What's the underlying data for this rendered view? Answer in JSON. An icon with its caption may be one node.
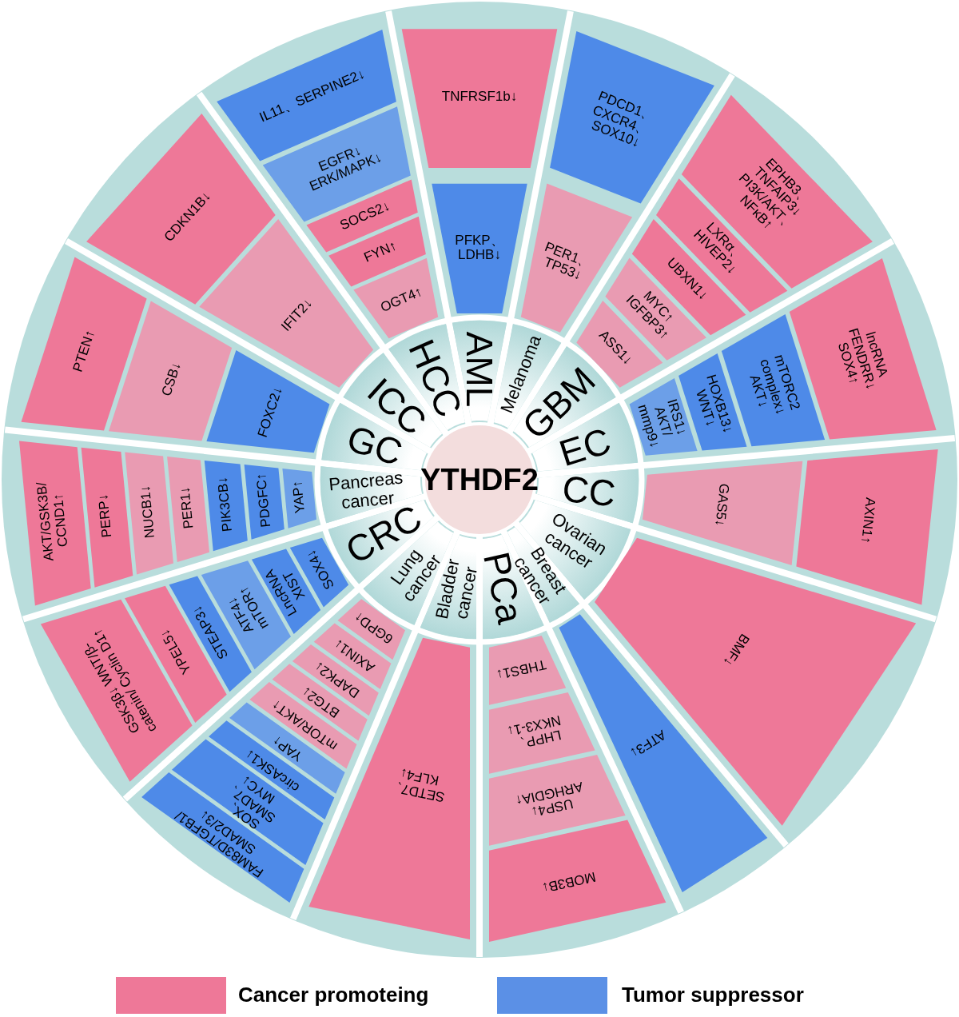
{
  "diagram": {
    "nodes": [
      {
        "text": [
          "YTHDF2"
        ]
      },
      {
        "text": [
          "AML"
        ]
      },
      {
        "text": [
          "PFKP、 LDHB↓"
        ]
      },
      {
        "text": [
          "TNFRSF1b↓"
        ]
      },
      {
        "text": [
          "Melanoma"
        ]
      },
      {
        "text": [
          "PER1、 TP53↓"
        ]
      },
      {
        "text": [
          "PDCD1、 CXCR4、 SOX10↓"
        ]
      },
      {
        "text": [
          "GBM"
        ]
      },
      {
        "text": [
          "ASS1↓"
        ]
      },
      {
        "text": [
          "MYC↑ IGFBP3↑"
        ]
      },
      {
        "text": [
          "UBXN1↓"
        ]
      },
      {
        "text": [
          "LXRα、 HIVEP2↓"
        ]
      },
      {
        "text": [
          "EPHB3、 TNFAIP3↓ PI3K/AKT、 NFκB↑"
        ]
      },
      {
        "text": [
          "EC"
        ]
      },
      {
        "text": [
          "IRS1↓ AKT/ mmp9↓"
        ]
      },
      {
        "text": [
          "HOXB13↓ WNT↓"
        ]
      },
      {
        "text": [
          "mTORC2 complex↓ AKT↓"
        ]
      },
      {
        "text": [
          "lncRNA FENDRR↓ SOX4↑"
        ]
      },
      {
        "text": [
          "CC"
        ]
      },
      {
        "text": [
          "GAS5↓"
        ]
      },
      {
        "text": [
          "AXIN1↑"
        ]
      },
      {
        "text": [
          "Ovarian cancer"
        ]
      },
      {
        "text": [
          "BMF↓"
        ]
      },
      {
        "text": [
          "Breast cancer"
        ]
      },
      {
        "text": [
          "ATF3↓"
        ]
      },
      {
        "text": [
          "PCa"
        ]
      },
      {
        "text": [
          "THBS1↓"
        ]
      },
      {
        "text": [
          "LHPP、 NKX3-1↓"
        ]
      },
      {
        "text": [
          "USP4↓ ARHGDIA↑"
        ]
      },
      {
        "text": [
          "MOB3B↓"
        ]
      },
      {
        "text": [
          "Bladder cancer"
        ]
      },
      {
        "text": [
          "SETD7、 KLF4↓"
        ]
      },
      {
        "text": [
          "Lung cancer"
        ]
      },
      {
        "text": [
          "6GPD↑"
        ]
      },
      {
        "text": [
          "AXIN1↓"
        ]
      },
      {
        "text": [
          "DAPK2↓"
        ]
      },
      {
        "text": [
          "BTG2↓"
        ]
      },
      {
        "text": [
          "mTOR/AKT↑"
        ]
      },
      {
        "text": [
          "YAP↑"
        ]
      },
      {
        "text": [
          "circASK1↓"
        ]
      },
      {
        "text": [
          "SOX、 SMAD7、 MYC↓"
        ]
      },
      {
        "text": [
          "FAM83D/TGFB1/ SMAD2/3↓"
        ]
      },
      {
        "text": [
          "CRC"
        ]
      },
      {
        "text": [
          "SOX4↓"
        ]
      },
      {
        "text": [
          "LncRNA XIST"
        ]
      },
      {
        "text": [
          "ATF4↓ mTOR↑"
        ]
      },
      {
        "text": [
          "STEAP3↓"
        ]
      },
      {
        "text": [
          "YPEL5↓"
        ]
      },
      {
        "text": [
          "GSK3β↓ WNT/β-catenin/ Cyclin D1↑"
        ]
      },
      {
        "text": [
          "Pancreas cancer"
        ]
      },
      {
        "text": [
          "YAP↑"
        ]
      },
      {
        "text": [
          "PDGFC↑"
        ]
      },
      {
        "text": [
          "PIK3CB↓"
        ]
      },
      {
        "text": [
          "PER1↓"
        ]
      },
      {
        "text": [
          "NUCB1↓"
        ]
      },
      {
        "text": [
          "PERP↓"
        ]
      },
      {
        "text": [
          "AKT/GSK3B/ CCND1↑"
        ]
      },
      {
        "text": [
          "GC"
        ]
      },
      {
        "text": [
          "FOXC2↓"
        ]
      },
      {
        "text": [
          "CSB↓"
        ]
      },
      {
        "text": [
          "PTEN↑"
        ]
      },
      {
        "text": [
          "ICC"
        ]
      },
      {
        "text": [
          "IFIT2↓"
        ]
      },
      {
        "text": [
          "CDKN1B↓"
        ]
      },
      {
        "text": [
          "HCC"
        ]
      },
      {
        "text": [
          "OGT4↑"
        ]
      },
      {
        "text": [
          "FYN↑"
        ]
      },
      {
        "text": [
          "SOCS2↓"
        ]
      },
      {
        "text": [
          "EGFR↓ ERK/MAPK↓"
        ]
      },
      {
        "text": [
          "IL11、SERPINE2↓"
        ]
      }
    ],
    "legend": [
      {
        "text": "Cancer promoteing",
        "color": "#ee7898"
      },
      {
        "text": "Tumor suppressor",
        "color": "#5b90e6"
      }
    ]
  }
}
